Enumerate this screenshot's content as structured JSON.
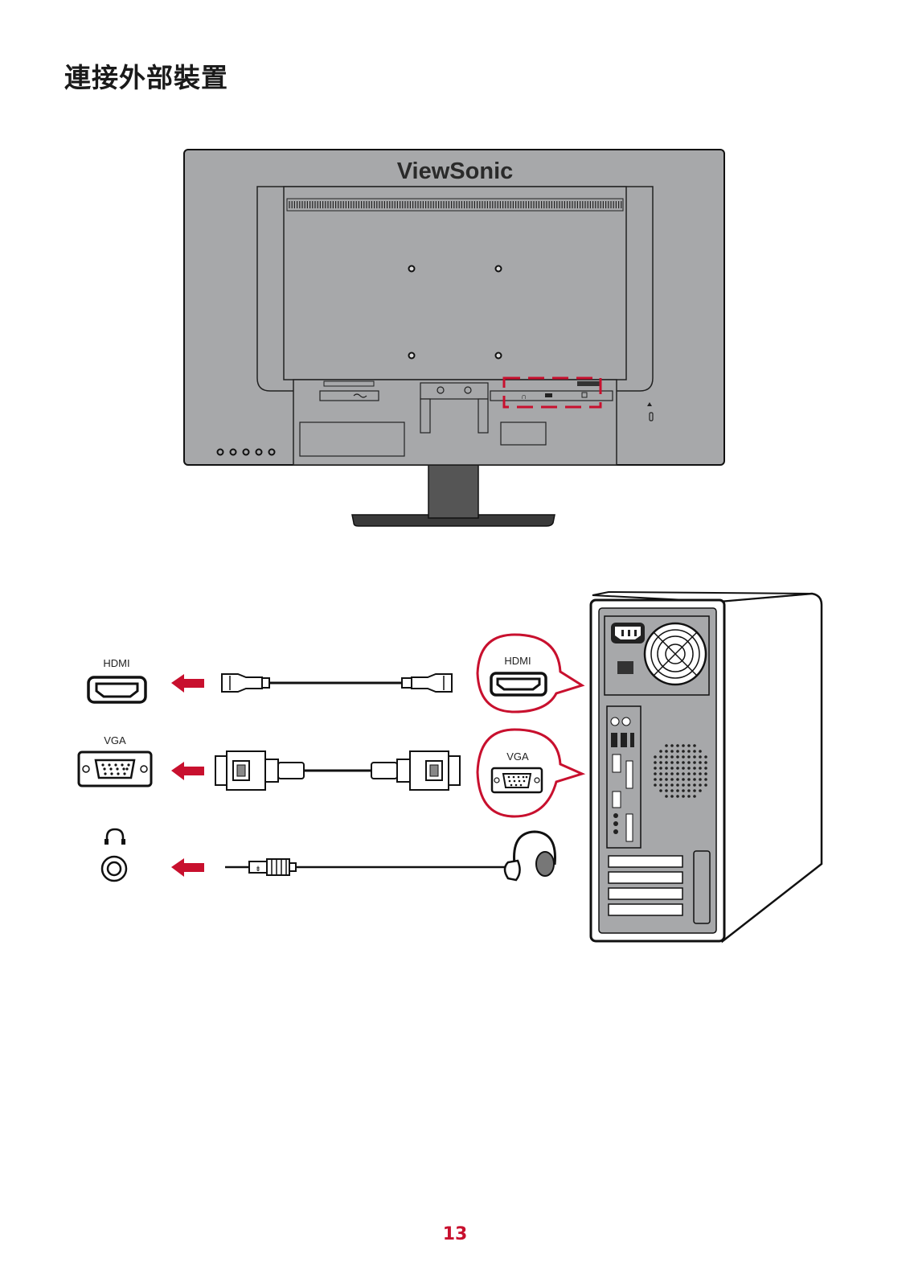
{
  "page": {
    "title": "連接外部裝置",
    "number": "13"
  },
  "monitor": {
    "brand": "ViewSonic",
    "callout_note": "input ports highlighted"
  },
  "connections": [
    {
      "label": "HDMI",
      "pc_label": "HDMI",
      "cable": "hdmi-cable"
    },
    {
      "label": "VGA",
      "pc_label": "VGA",
      "cable": "vga-cable"
    },
    {
      "label": "",
      "pc_label": "",
      "cable": "audio-cable"
    }
  ],
  "colors": {
    "accent_red": "#c8102e",
    "monitor_gray": "#a7a8aa",
    "outline": "#222222"
  }
}
